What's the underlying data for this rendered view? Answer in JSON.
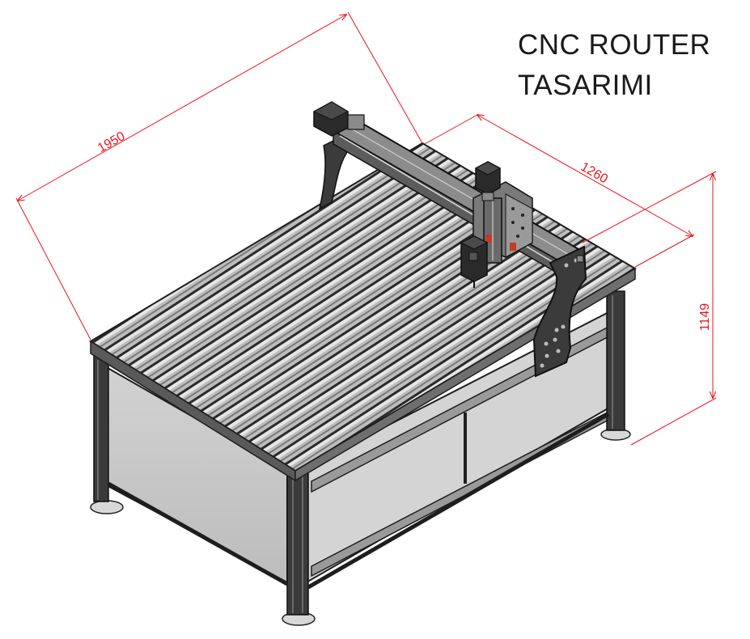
{
  "title": {
    "line1": "CNC ROUTER",
    "line2": "TASARIMI"
  },
  "dimensions": {
    "length": "1950",
    "width": "1260",
    "height": "1149"
  },
  "colors": {
    "dimension": "#e8141c",
    "frame": "#1e1e1e",
    "panel": "#c9c9c9",
    "slat": "#a9a9a9",
    "motor": "#2b2b2b",
    "accent": "#c0392b"
  }
}
